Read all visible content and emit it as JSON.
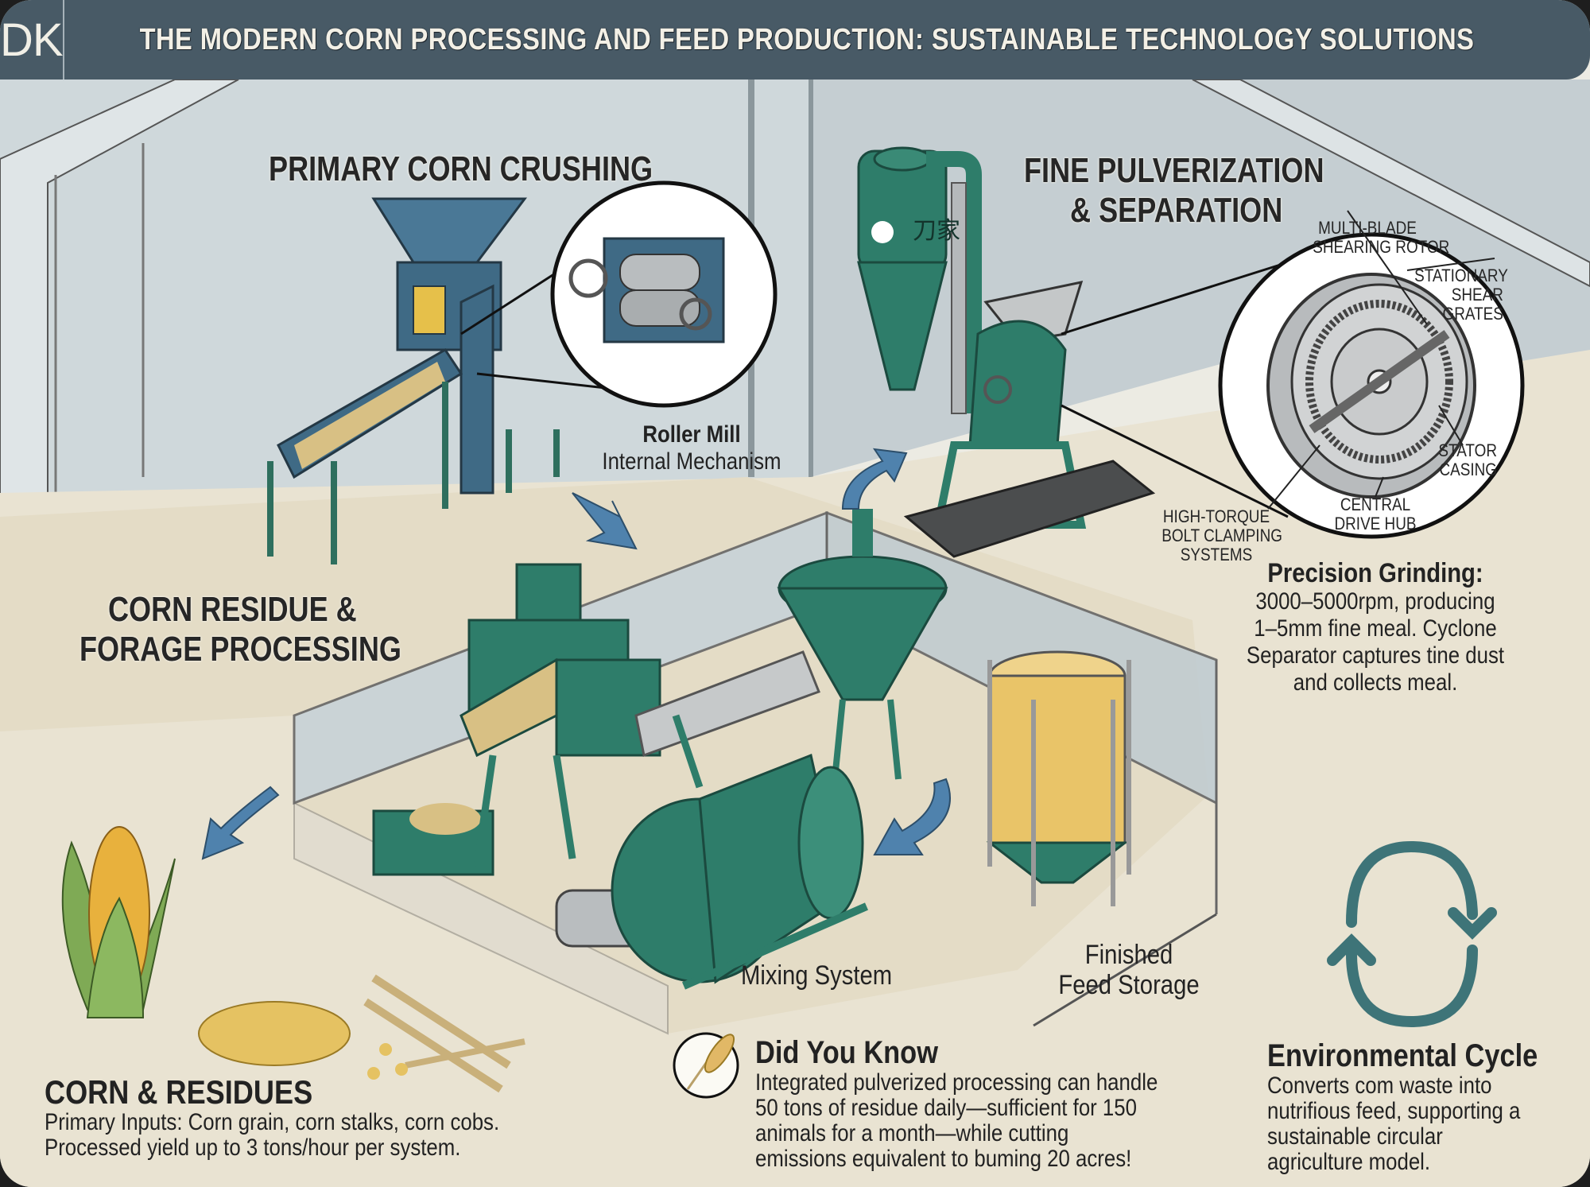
{
  "header": {
    "logo": "DK",
    "title": "THE MODERN CORN PROCESSING AND FEED PRODUCTION: SUSTAINABLE TECHNOLOGY SOLUTIONS",
    "background_color": "#485a66"
  },
  "sections": {
    "primary_crushing": {
      "heading": "PRIMARY CORN CRUSHING",
      "inset_title": "Roller Mill",
      "inset_subtitle": "Internal Mechanism"
    },
    "fine_pulverization": {
      "heading_line1": "FINE PULVERIZATION",
      "heading_line2": "& SEPARATION",
      "callouts": {
        "rotor_l1": "MULTI-BLADE",
        "rotor_l2": "SHEARING ROTOR",
        "grates_l1": "STATIONARY",
        "grates_l2": "SHEAR",
        "grates_l3": "GRATES",
        "stator_l1": "STATOR",
        "stator_l2": "CASING",
        "hub_l1": "CENTRAL",
        "hub_l2": "DRIVE HUB",
        "bolt_l1": "HIGH-TORQUE",
        "bolt_l2": "BOLT CLAMPING",
        "bolt_l3": "SYSTEMS"
      },
      "precision_title": "Precision Grinding:",
      "precision_lines": [
        "3000–5000rpm, producing",
        "1–5mm fine meal. Cyclone",
        "Separator captures tine dust",
        "and collects meal."
      ]
    },
    "residue_processing": {
      "heading_line1": "CORN RESIDUE &",
      "heading_line2": "FORAGE PROCESSING"
    },
    "mixing": {
      "label": "Mixing System"
    },
    "storage": {
      "label_line1": "Finished",
      "label_line2": "Feed Storage"
    },
    "corn_residues": {
      "heading": "CORN & RESIDUES",
      "lines": [
        "Primary Inputs: Corn grain, corn stalks, corn cobs.",
        "Processed yield up to 3 tons/hour per system."
      ]
    },
    "did_you_know": {
      "heading": "Did You Know",
      "icon": "wheat-icon",
      "lines": [
        "Integrated pulverized processing can handle",
        "50 tons of residue daily—sufficient for 150",
        "animals for a month—while cutting",
        "emissions equivalent to buming 20 acres!"
      ]
    },
    "environmental_cycle": {
      "heading": "Environmental Cycle",
      "icon": "cycle-arrows-icon",
      "lines": [
        "Converts com waste into",
        "nutrifious feed, supporting a",
        "sustainable circular",
        "agriculture model."
      ]
    }
  },
  "machine_brand_mark": "刀家",
  "colors": {
    "wall": "#c9d3d6",
    "floor": "#e6dfcc",
    "machine_blue": "#3f6a85",
    "machine_green": "#2e7d6a",
    "arrow_blue": "#4f82ad",
    "cycle_teal": "#3e7478",
    "silo_yellow": "#e9c468"
  }
}
